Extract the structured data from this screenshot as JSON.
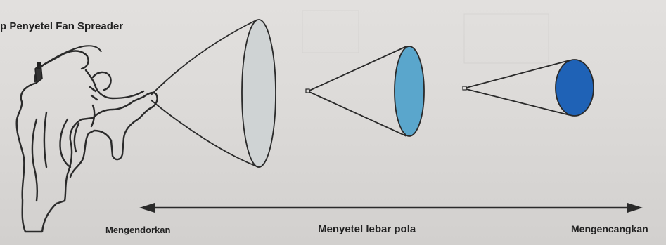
{
  "labels": {
    "top": "p Penyetel Fan Spreader",
    "left": "Mengendorkan",
    "middle": "Menyetel lebar pola",
    "right": "Mengencangkan"
  },
  "patterns": [
    {
      "name": "wide-pattern",
      "fill": "#cfd3d4"
    },
    {
      "name": "medium-pattern",
      "fill": "#5aa6cc"
    },
    {
      "name": "narrow-pattern",
      "fill": "#1f62b6"
    }
  ],
  "colors": {
    "line": "#2a2a2a",
    "background": "#dcdad8"
  }
}
